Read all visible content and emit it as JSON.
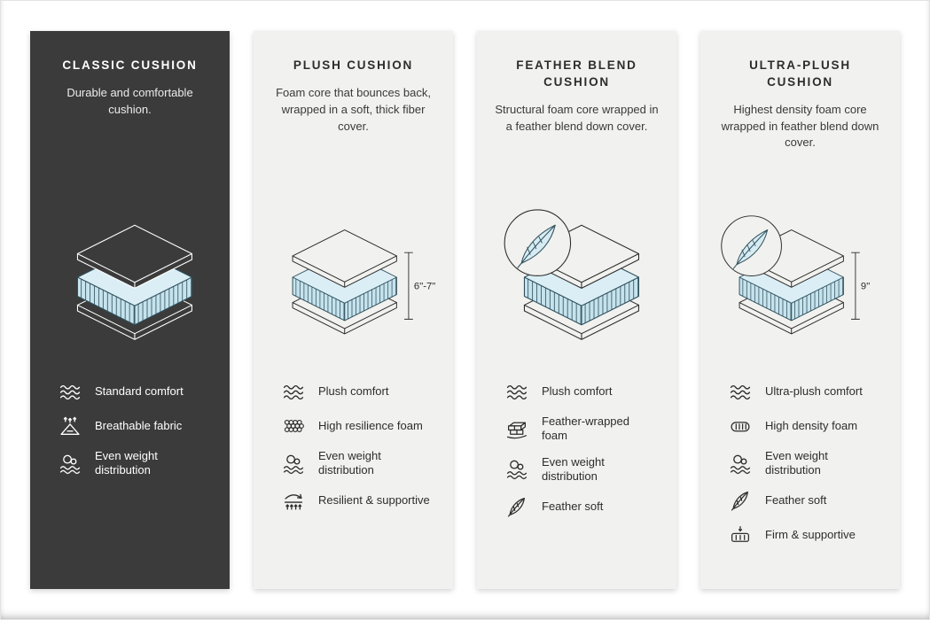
{
  "colors": {
    "dark_card_bg": "#3b3b3b",
    "light_card_bg": "#f1f1ef",
    "foam_fill": "#c6e3ed",
    "foam_top_fill": "#dbeef5",
    "outline_dark": "#2d2d2d",
    "outline_light": "#ffffff"
  },
  "cards": [
    {
      "title": "CLASSIC CUSHION",
      "description": "Durable and comfortable cushion.",
      "measurement": null,
      "features": [
        {
          "icon": "waves-icon",
          "label": "Standard comfort"
        },
        {
          "icon": "breathable-icon",
          "label": "Breathable fabric"
        },
        {
          "icon": "weight-distribution-icon",
          "label": "Even weight distribution"
        }
      ]
    },
    {
      "title": "PLUSH CUSHION",
      "description": "Foam core that bounces back, wrapped in a soft, thick fiber cover.",
      "measurement": "6\"-7\"",
      "features": [
        {
          "icon": "waves-icon",
          "label": "Plush comfort"
        },
        {
          "icon": "foam-cells-icon",
          "label": "High resilience foam"
        },
        {
          "icon": "weight-distribution-icon",
          "label": "Even weight distribution"
        },
        {
          "icon": "resilient-icon",
          "label": "Resilient & supportive"
        }
      ]
    },
    {
      "title": "FEATHER BLEND CUSHION",
      "description": "Structural foam core wrapped in a feather blend down cover.",
      "measurement": null,
      "features": [
        {
          "icon": "waves-icon",
          "label": "Plush comfort"
        },
        {
          "icon": "wrapped-foam-icon",
          "label": "Feather-wrapped foam"
        },
        {
          "icon": "weight-distribution-icon",
          "label": "Even weight distribution"
        },
        {
          "icon": "feather-icon",
          "label": "Feather soft"
        }
      ]
    },
    {
      "title": "ULTRA-PLUSH CUSHION",
      "description": "Highest density foam core wrapped in feather blend down cover.",
      "measurement": "9\"",
      "features": [
        {
          "icon": "waves-icon",
          "label": "Ultra-plush comfort"
        },
        {
          "icon": "density-foam-icon",
          "label": "High density foam"
        },
        {
          "icon": "weight-distribution-icon",
          "label": "Even weight distribution"
        },
        {
          "icon": "feather-icon",
          "label": "Feather soft"
        },
        {
          "icon": "firm-supportive-icon",
          "label": "Firm & supportive"
        }
      ]
    }
  ]
}
